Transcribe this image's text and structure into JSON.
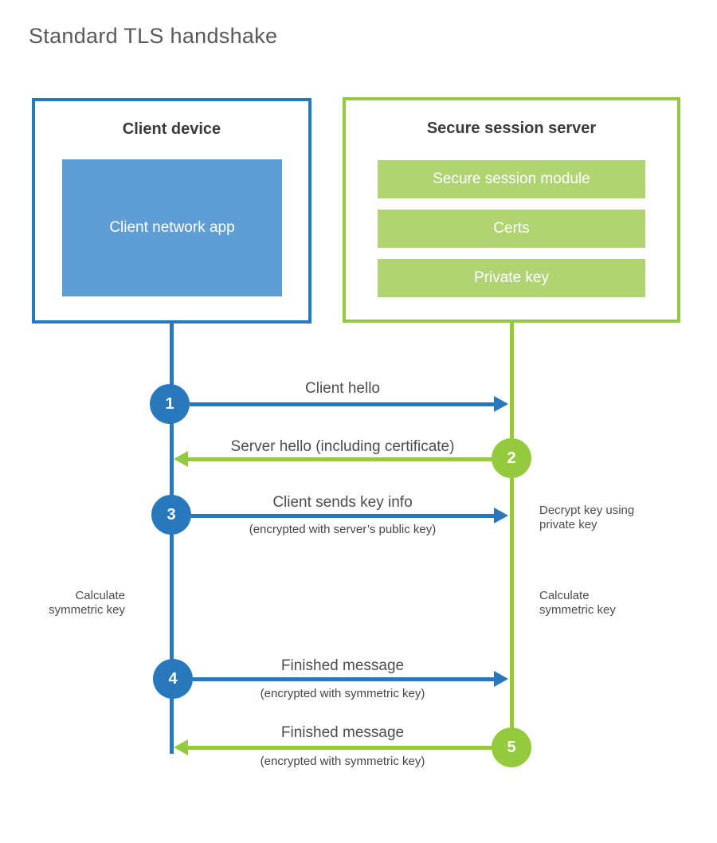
{
  "title": "Standard TLS handshake",
  "colors": {
    "blue_line": "#2b77bb",
    "blue_circle": "#2878be",
    "blue_fill": "#5f9ed5",
    "green_line": "#95c93e",
    "green_fill": "#b1d473",
    "label_text": "#4d4d4d",
    "heading_text": "#3b3b3b",
    "title_text": "#5a5a5a"
  },
  "client": {
    "title": "Client device",
    "app_label": "Client network app"
  },
  "server": {
    "title": "Secure session server",
    "modules": [
      "Secure session module",
      "Certs",
      "Private key"
    ]
  },
  "messages": [
    {
      "step": "1",
      "label": "Client hello",
      "sublabel": "",
      "direction": "right",
      "from": "client",
      "to": "server",
      "color": "blue"
    },
    {
      "step": "2",
      "label": "Server hello (including certificate)",
      "sublabel": "",
      "direction": "left",
      "from": "server",
      "to": "client",
      "color": "green"
    },
    {
      "step": "3",
      "label": "Client sends key info",
      "sublabel": "(encrypted with server’s public key)",
      "direction": "right",
      "from": "client",
      "to": "server",
      "color": "blue"
    },
    {
      "step": "4",
      "label": "Finished message",
      "sublabel": "(encrypted with symmetric key)",
      "direction": "right",
      "from": "client",
      "to": "server",
      "color": "blue"
    },
    {
      "step": "5",
      "label": "Finished message",
      "sublabel": "(encrypted with symmetric key)",
      "direction": "left",
      "from": "server",
      "to": "client",
      "color": "green"
    }
  ],
  "annotations": {
    "decrypt": "Decrypt key using private key",
    "calc_left": "Calculate symmetric key",
    "calc_right": "Calculate symmetric key"
  }
}
